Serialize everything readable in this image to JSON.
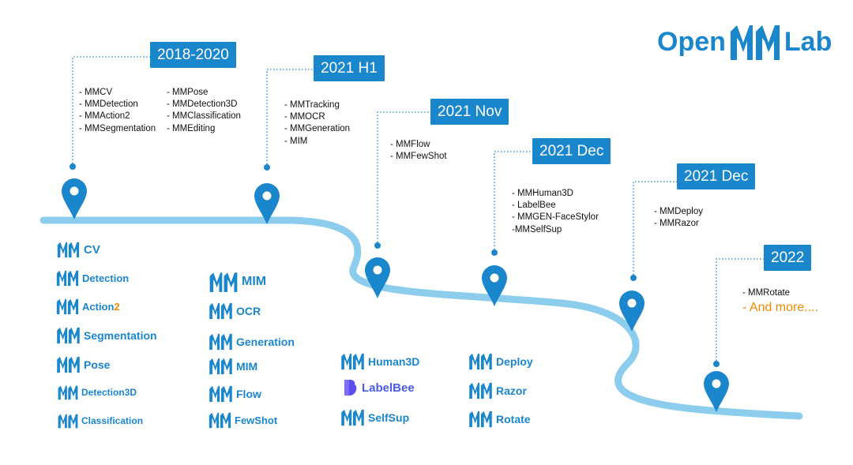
{
  "brand": {
    "left": "Open",
    "right": "Lab",
    "mark_icon": "mm-logo-icon",
    "color": "#1a86cc"
  },
  "accent_color": "#1a86cc",
  "highlight_color": "#f08a00",
  "road_color": "#8ccdee",
  "milestones": [
    {
      "year": "2018-2020",
      "items": [
        "- MMCV",
        "- MMDetection",
        "- MMAction2",
        "- MMSegmentation"
      ],
      "items_col2": [
        "- MMPose",
        "- MMDetection3D",
        "- MMClassification",
        "- MMEditing"
      ]
    },
    {
      "year": "2021 H1",
      "items": [
        "- MMTracking",
        "- MMOCR",
        "- MMGeneration",
        "- MIM"
      ]
    },
    {
      "year": "2021 Nov",
      "items": [
        "- MMFlow",
        "- MMFewShot"
      ]
    },
    {
      "year": "2021 Dec",
      "items": [
        "- MMHuman3D",
        "- LabelBee",
        "- MMGEN-FaceStylor",
        "-MMSelfSup"
      ]
    },
    {
      "year": "2021 Dec",
      "items": [
        "- MMDeploy",
        "- MMRazor"
      ]
    },
    {
      "year": "2022",
      "items": [
        "- MMRotate"
      ],
      "more": "And more...."
    }
  ],
  "columns": [
    {
      "logos": [
        {
          "text": "CV"
        },
        {
          "text": "Detection"
        },
        {
          "text": "Action",
          "highlight": "2"
        },
        {
          "text": "Segmentation"
        },
        {
          "text": "Pose"
        },
        {
          "text": "Detection3D"
        },
        {
          "text": "Classification"
        }
      ]
    },
    {
      "logos": [
        {
          "text": "MIM"
        },
        {
          "text": "OCR"
        },
        {
          "text": "Generation"
        },
        {
          "text": "MIM"
        },
        {
          "text": "Flow"
        },
        {
          "text": "FewShot"
        }
      ]
    },
    {
      "logos": [
        {
          "text": "Human3D"
        },
        {
          "text": "LabelBee",
          "icon": "labelbee-icon"
        },
        {
          "text": "SelfSup"
        }
      ]
    },
    {
      "logos": [
        {
          "text": "Deploy"
        },
        {
          "text": "Razor"
        },
        {
          "text": "Rotate"
        }
      ]
    }
  ]
}
